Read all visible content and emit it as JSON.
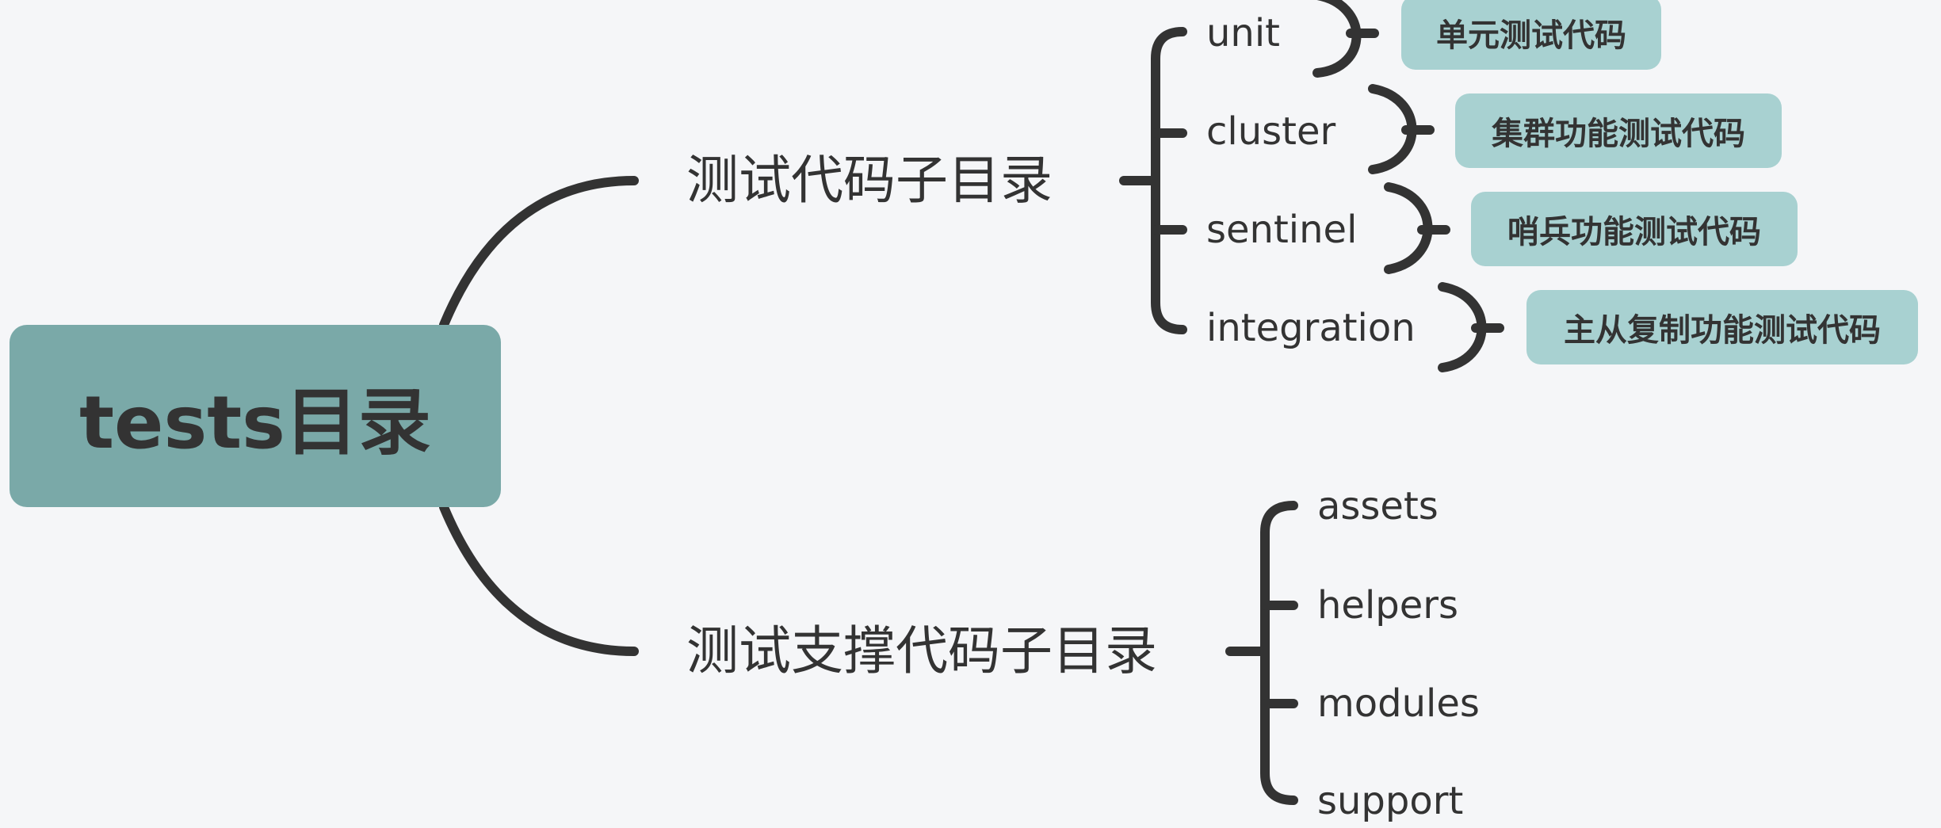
{
  "root": {
    "label": "tests目录"
  },
  "branches": [
    {
      "label": "测试代码子目录",
      "children": [
        {
          "label": "unit",
          "note": "单元测试代码"
        },
        {
          "label": "cluster",
          "note": "集群功能测试代码"
        },
        {
          "label": "sentinel",
          "note": "哨兵功能测试代码"
        },
        {
          "label": "integration",
          "note": "主从复制功能测试代码"
        }
      ]
    },
    {
      "label": "测试支撑代码子目录",
      "children": [
        {
          "label": "assets"
        },
        {
          "label": "helpers"
        },
        {
          "label": "modules"
        },
        {
          "label": "support"
        }
      ]
    }
  ],
  "colors": {
    "background": "#f5f6f8",
    "root_fill": "#7aa9a8",
    "note_fill": "#a8d1d1",
    "line": "#333333"
  }
}
